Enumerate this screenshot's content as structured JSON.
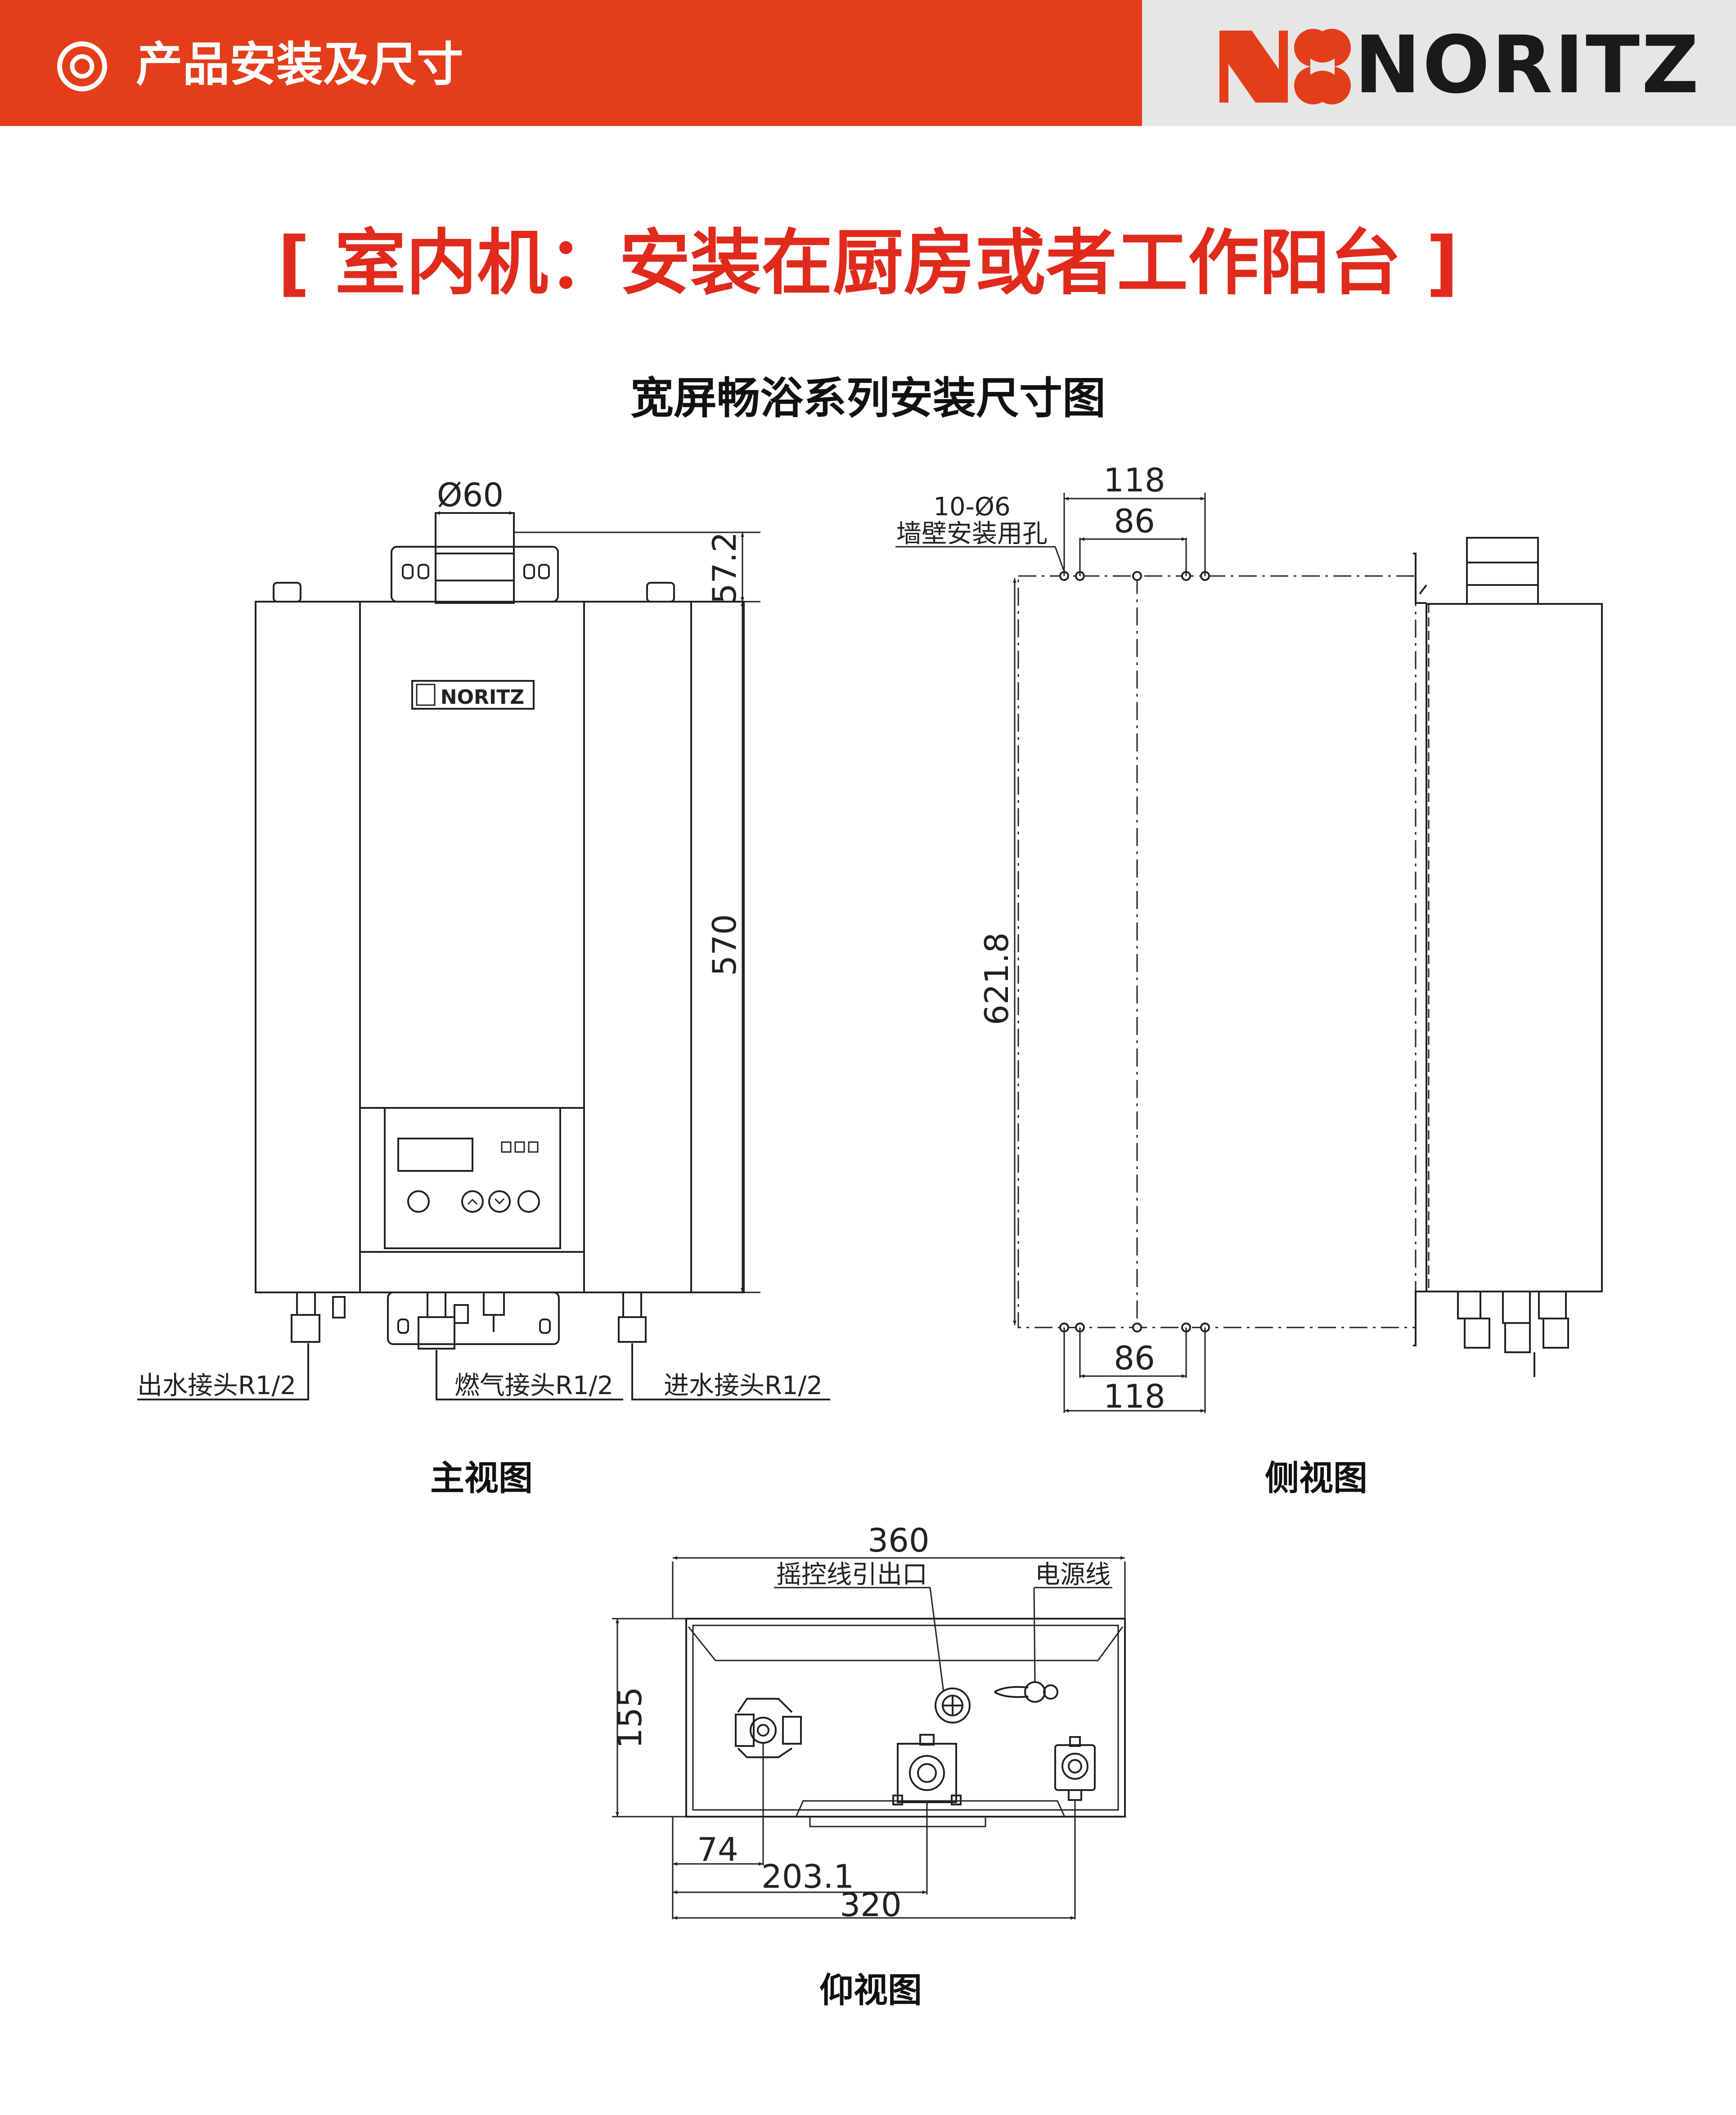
{
  "banner": {
    "section_title": "产品安装及尺寸",
    "brand_name": "NORITZ",
    "colors": {
      "banner_red": "#e43d1a",
      "brand_gray": "#e6e6e6",
      "headline_red": "#e02a1c"
    },
    "icons": [
      "target-circle-icon",
      "noritz-logo"
    ]
  },
  "headline": "[ 室内机：安装在厨房或者工作阳台 ]",
  "sub_headline": "宽屏畅浴系列安装尺寸图",
  "front_view": {
    "caption": "主视图",
    "brand_plate": "NORITZ",
    "dims": {
      "flue_diameter": "Ø60",
      "top_offset": "57.2",
      "height": "570"
    },
    "callouts": {
      "outlet": "出水接头R1/2",
      "gas": "燃气接头R1/2",
      "inlet": "进水接头R1/2"
    }
  },
  "side_view": {
    "caption": "侧视图",
    "dims": {
      "holes": "10-Ø6",
      "holes_note": "墙壁安装用孔",
      "top_outer": "118",
      "top_inner": "86",
      "height": "621.8",
      "bottom_inner": "86",
      "bottom_outer": "118"
    }
  },
  "bottom_view": {
    "caption": "仰视图",
    "dims": {
      "width": "360",
      "depth": "155",
      "d1": "74",
      "d2": "203.1",
      "d3": "320"
    },
    "labels": {
      "remote": "摇控线引出口",
      "power": "电源线"
    }
  }
}
